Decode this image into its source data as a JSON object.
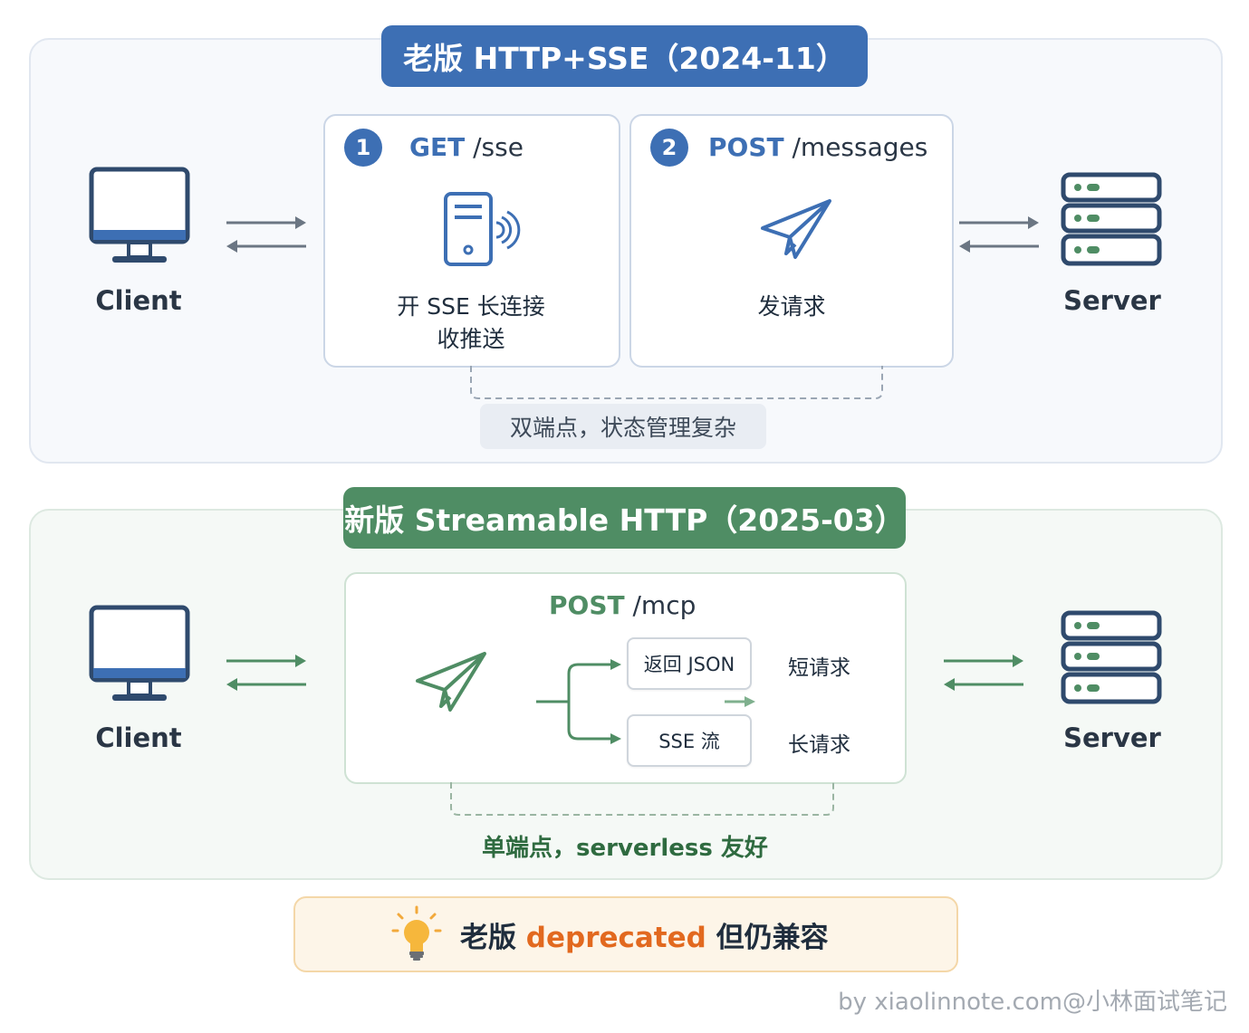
{
  "old": {
    "banner": "老版 HTTP+SSE（2024-11）",
    "client_label": "Client",
    "server_label": "Server",
    "step1": {
      "number": "1",
      "method": "GET",
      "path": "/sse",
      "desc_line1": "开 SSE 长连接",
      "desc_line2": "收推送",
      "icon": "server-signal-icon"
    },
    "step2": {
      "number": "2",
      "method": "POST",
      "path": "/messages",
      "desc": "发请求",
      "icon": "paper-plane-icon"
    },
    "note": "双端点，状态管理复杂",
    "accent": "#3d6fb4"
  },
  "new": {
    "banner": "新版 Streamable HTTP（2025-03）",
    "client_label": "Client",
    "server_label": "Server",
    "method": "POST",
    "path": "/mcp",
    "branch_json": "返回 JSON",
    "branch_json_desc": "短请求",
    "branch_sse": "SSE 流",
    "branch_sse_desc": "长请求",
    "note": "单端点，serverless 友好",
    "accent": "#4f8d64"
  },
  "tip": {
    "prefix": "老版",
    "highlight": "deprecated",
    "suffix": "但仍兼容",
    "icon": "lightbulb-icon"
  },
  "footer": "by xiaolinnote.com@小林面试笔记"
}
